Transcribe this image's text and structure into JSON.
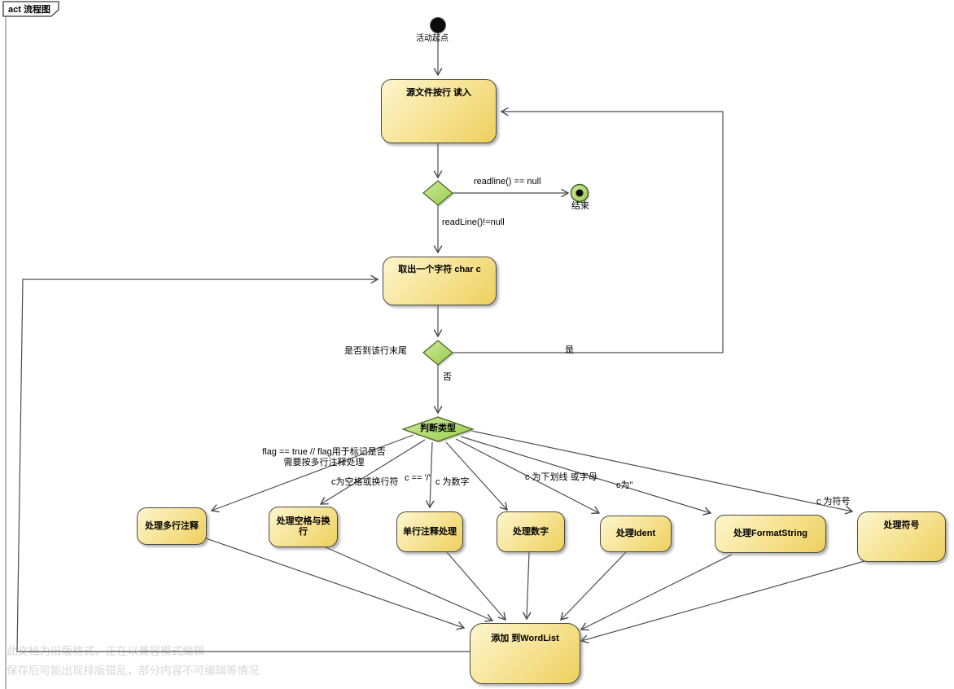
{
  "frame": {
    "title": "act 流程图"
  },
  "nodes": {
    "start_label": "活动起点",
    "read_file": "源文件按行 读入",
    "end_label": "结束",
    "get_char": "取出一个字符 char c",
    "judge_type": "判断类型",
    "multi_comment": "处理多行注释",
    "space_newline": "处理空格与换行",
    "single_comment": "单行注释处理",
    "number": "处理数字",
    "ident": "处理Ident",
    "format_string": "处理FormatString",
    "symbol": "处理符号",
    "add_wordlist": "添加 到WordList"
  },
  "edges": {
    "readline_null": "readline() == null",
    "readline_not_null": "readLine()!=null",
    "eol_question": "是否到该行末尾",
    "yes": "是",
    "no": "否",
    "flag_multiline": "flag == true // flag用于标记是否\n需要按多行注释处理",
    "space_cond": "c为空格或换行符",
    "slash_cond": "c == '/'",
    "digit_cond": "c 为数字",
    "ident_cond": "c 为下划线 或字母",
    "quote_cond": "c为\"",
    "symbol_cond": "c 为符号"
  },
  "watermark": {
    "line1": "此文档为旧版格式，正在以兼容模式编辑",
    "line2": "保存后可能出现排版错乱，部分内容不可编辑等情况"
  },
  "colors": {
    "node_fill_light": "#fdf6cf",
    "node_fill_dark": "#eed05e",
    "node_border": "#4a4a42",
    "decision_light": "#cdea9f",
    "decision_dark": "#97cd4a",
    "decision_border": "#4c611f",
    "edge": "#4d4d4d",
    "watermark": "#d7d7db"
  }
}
